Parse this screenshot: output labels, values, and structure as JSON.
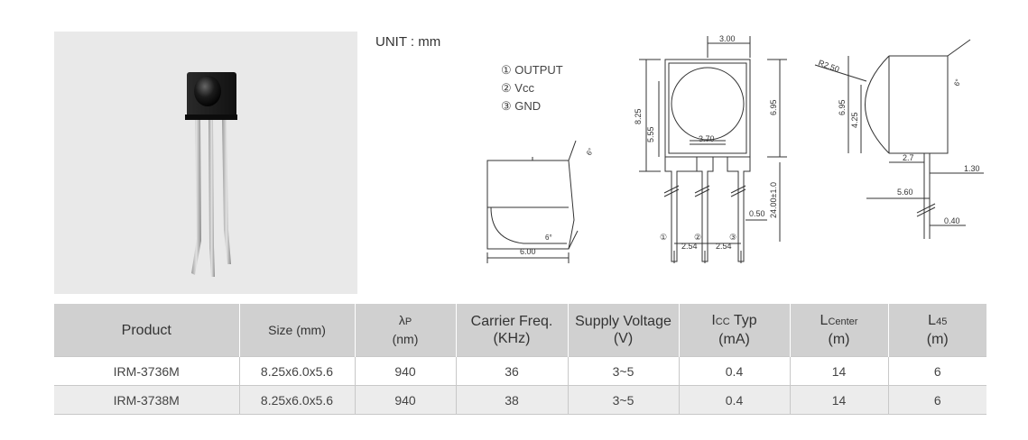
{
  "unit_label": "UNIT : mm",
  "pin_legend": [
    {
      "num": "①",
      "name": "OUTPUT"
    },
    {
      "num": "②",
      "name": "Vcc"
    },
    {
      "num": "③",
      "name": "GND"
    }
  ],
  "dimensions": {
    "front_width_top": "3.00",
    "front_height": "8.25",
    "front_lens_height": "5.55",
    "front_right_height": "6.95",
    "lens_width": "3.70",
    "lead_length": "24.00±1.0",
    "lead_width": "0.50",
    "pitch_1": "2.54",
    "pitch_2": "2.54",
    "pin_1": "①",
    "pin_2": "②",
    "pin_3": "③",
    "bottom_width": "6.00",
    "angle_top": "6°",
    "angle_bottom": "6°",
    "side_radius": "R2.50",
    "side_height": "6.95",
    "side_lens_height": "4.25",
    "side_angle": "6°",
    "side_depth_1": "2.7",
    "side_lead_offset": "1.30",
    "side_depth_2": "5.60",
    "side_lead_thickness": "0.40"
  },
  "table": {
    "headers": [
      {
        "main": "Product",
        "line2": ""
      },
      {
        "main": "Size (mm)",
        "line2": ""
      },
      {
        "main": "λ",
        "sub": "P",
        "line2": "(nm)"
      },
      {
        "main": "Carrier Freq.",
        "line2": "(KHz)"
      },
      {
        "main": "Supply Voltage",
        "line2": "(V)"
      },
      {
        "main": "I",
        "sub": "CC",
        "after": " Typ",
        "line2": "(mA)"
      },
      {
        "main": "L",
        "sub": "Center",
        "line2": "(m)"
      },
      {
        "main": "L",
        "sub": "45",
        "line2": "(m)"
      }
    ],
    "rows": [
      [
        "IRM-3736M",
        "8.25x6.0x5.6",
        "940",
        "36",
        "3~5",
        "0.4",
        "14",
        "6"
      ],
      [
        "IRM-3738M",
        "8.25x6.0x5.6",
        "940",
        "38",
        "3~5",
        "0.4",
        "14",
        "6"
      ]
    ]
  }
}
